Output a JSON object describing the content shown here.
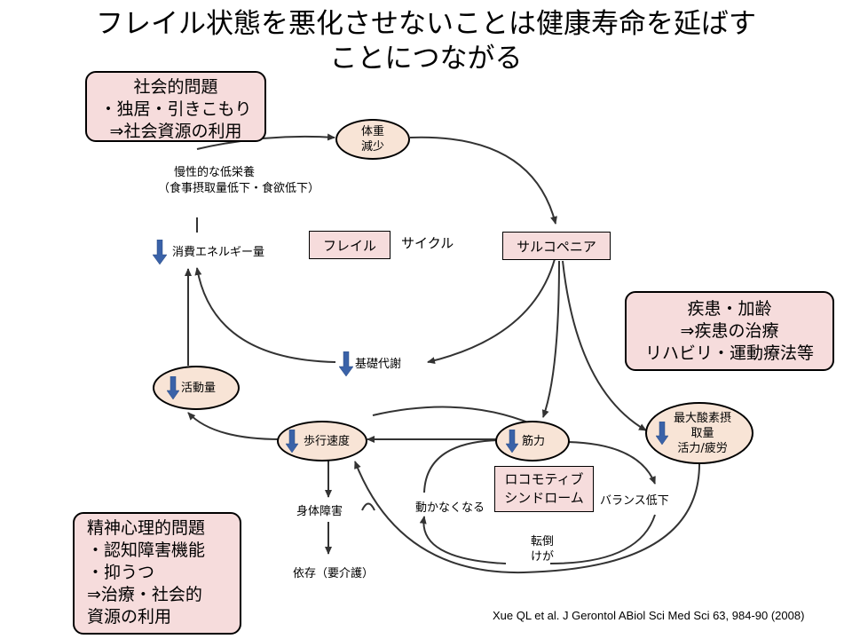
{
  "title": {
    "line1": "フレイル状態を悪化させないことは健康寿命を延ばす",
    "line2": "ことにつながる"
  },
  "panels": {
    "social": [
      "社会的問題",
      "・独居・引きこもり",
      "⇒社会資源の利用"
    ],
    "disease": [
      "疾患・加齢",
      "⇒疾患の治療",
      "リハビリ・運動療法等"
    ],
    "mental": [
      "精神心理的問題",
      "・認知障害機能",
      "・抑うつ",
      "⇒治療・社会的",
      "資源の利用"
    ]
  },
  "nodes": {
    "weight_loss": [
      "体重",
      "減少"
    ],
    "sarcopenia": "サルコペニア",
    "frail": "フレイル",
    "cycle": "サイクル",
    "energy": "消費エネルギー量",
    "malnutrition": [
      "慢性的な低栄養",
      "（食事摂取量低下・食欲低下）"
    ],
    "basal_metabolism": "基礎代謝",
    "activity": "活動量",
    "walking_speed": "歩行速度",
    "muscle_strength": "筋力",
    "vo2max": [
      "最大酸素摂",
      "取量",
      "活力/疲労"
    ],
    "locomotive": [
      "ロコモティブ",
      "シンドローム"
    ],
    "immobile": "動かなくなる",
    "balance": "バランス低下",
    "fall": [
      "転倒",
      "けが"
    ],
    "disability": "身体障害",
    "dependence": "依存（要介護）"
  },
  "citation": "Xue QL et al. J Gerontol ABiol Sci Med Sci 63, 984-90 (2008)",
  "colors": {
    "panel_fill": "#f6dcdc",
    "oval_fill": "#f8e4d6",
    "down_arrow": "#3a62a8"
  }
}
